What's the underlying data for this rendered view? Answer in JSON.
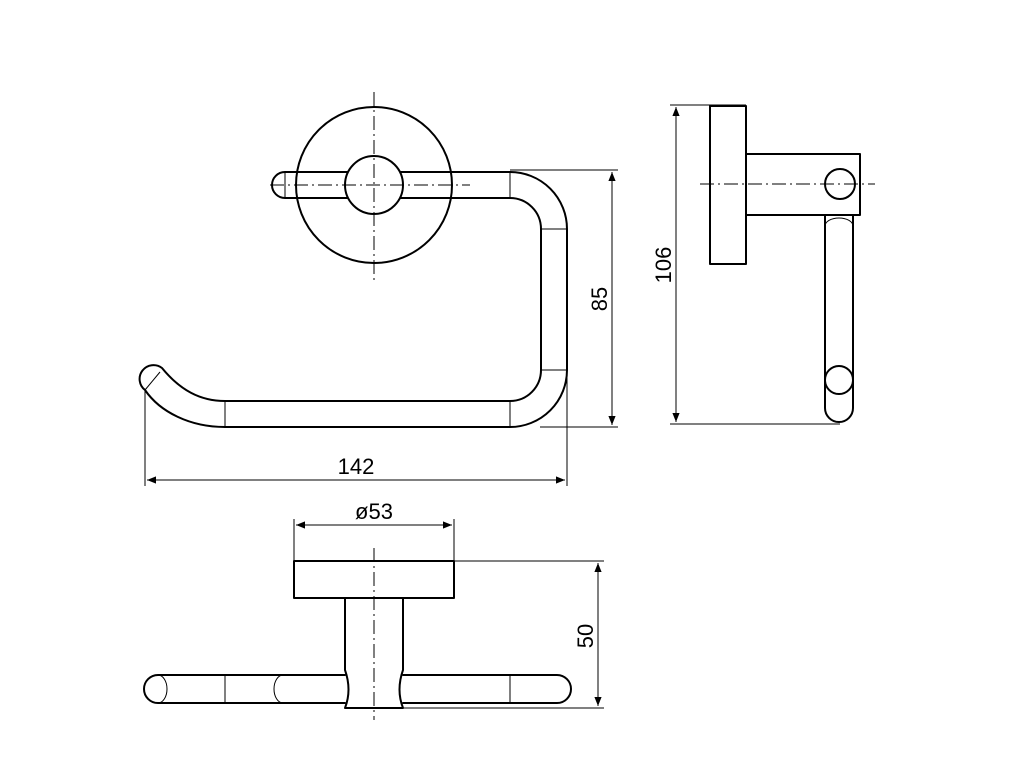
{
  "drawing": {
    "dim_width_front": "142",
    "dim_height_front": "85",
    "dim_height_side": "106",
    "dim_diameter_base": "ø53",
    "dim_depth_top": "50"
  },
  "colors": {
    "ink": "#000000",
    "paper": "#ffffff"
  }
}
